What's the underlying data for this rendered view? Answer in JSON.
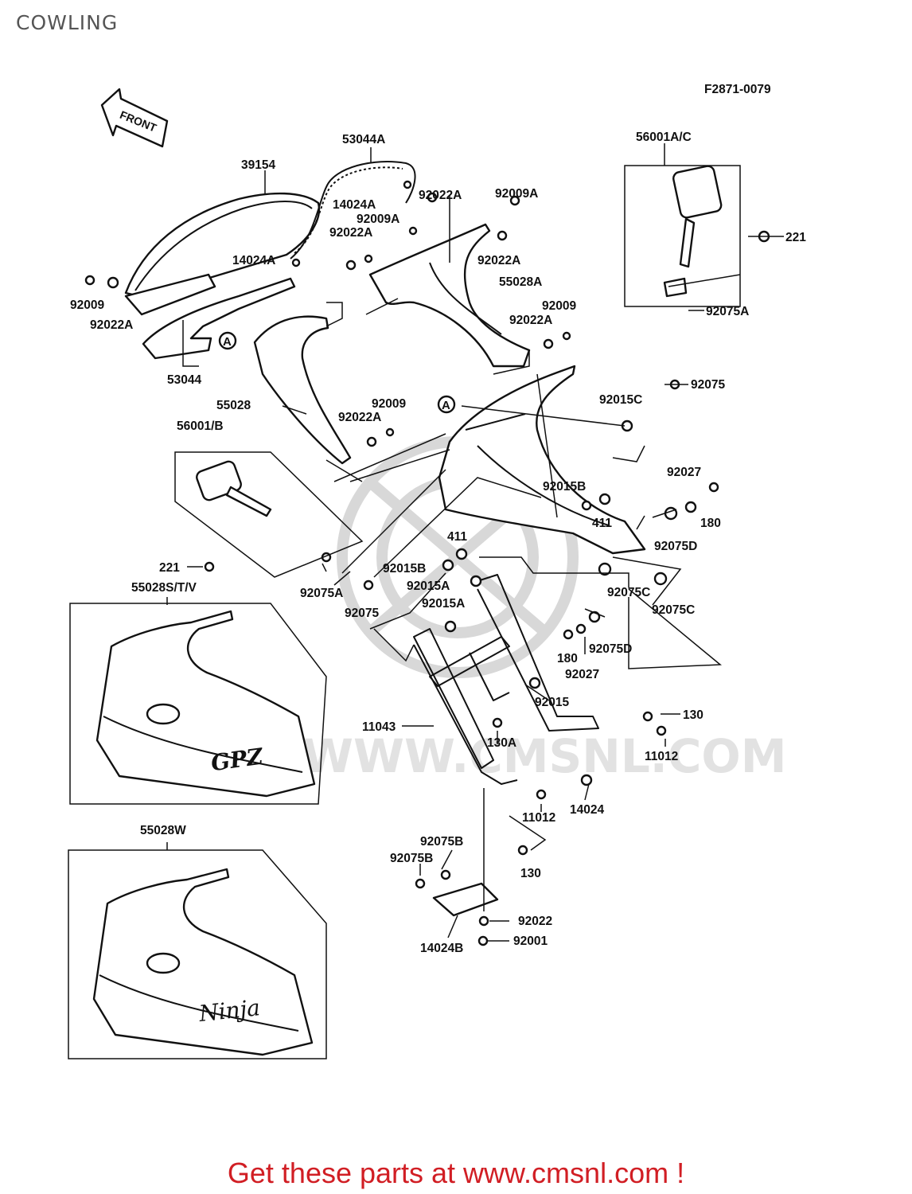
{
  "page_title": "COWLING",
  "figure_code": "F2871-0079",
  "front_arrow": "FRONT",
  "callout_marker": "A",
  "watermark_text": "WWW.CMSNL.COM",
  "decal_gpz": "GPZ",
  "decal_ninja": "Ninja",
  "footer_link": "Get these parts at www.cmsnl.com !",
  "labels": [
    "53044A",
    "39154",
    "14024A",
    "92022A",
    "92009A",
    "92009A",
    "92022A",
    "14024A",
    "92009",
    "92022A",
    "53044",
    "56001A/C",
    "221",
    "92022A",
    "55028A",
    "92075A",
    "92009",
    "92022A",
    "92075",
    "92015C",
    "55028",
    "92009",
    "92022A",
    "56001/B",
    "92015B",
    "411",
    "92027",
    "180",
    "92075D",
    "411",
    "92015B",
    "92015A",
    "92075C",
    "92075C",
    "221",
    "55028S/T/V",
    "92075A",
    "92075",
    "92015A",
    "180",
    "92075D",
    "92027",
    "92015",
    "11043",
    "130",
    "130A",
    "11012",
    "14024",
    "11012",
    "55028W",
    "92075B",
    "92075B",
    "130",
    "92022",
    "92001",
    "14024B"
  ]
}
